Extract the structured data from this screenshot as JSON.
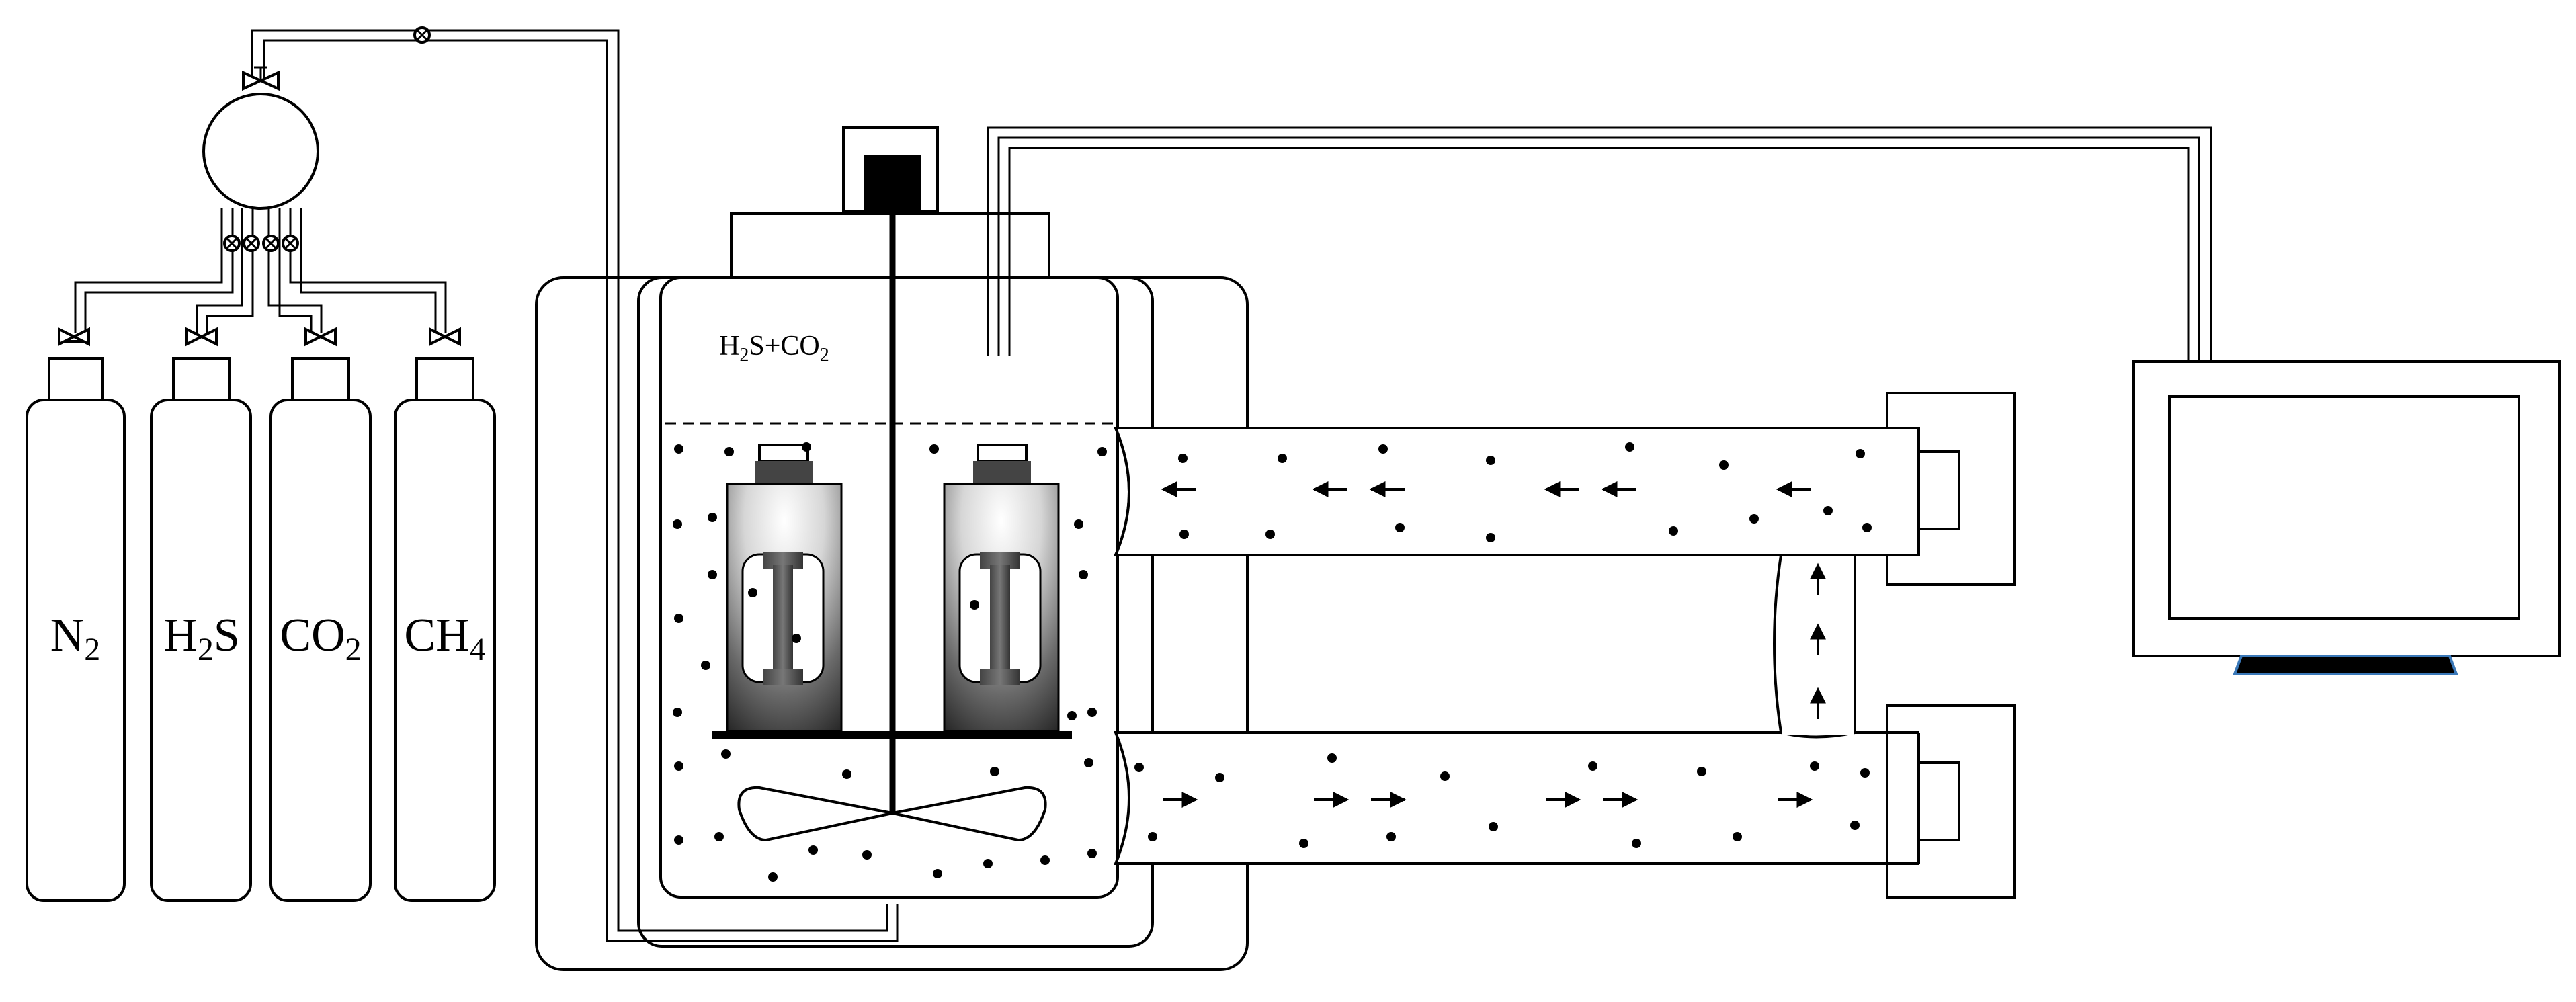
{
  "cylinders": [
    {
      "id": "n2",
      "main": "N",
      "sub": "2",
      "tail": ""
    },
    {
      "id": "h2s",
      "main": "H",
      "sub": "2",
      "tail": "S"
    },
    {
      "id": "co2",
      "main": "CO",
      "sub": "2",
      "tail": ""
    },
    {
      "id": "ch4",
      "main": "CH",
      "sub": "4",
      "tail": ""
    }
  ],
  "reactor_label": {
    "p1": "H",
    "s1": "2",
    "p2": "S+CO",
    "s2": "2"
  },
  "colors": {
    "line": "#000000",
    "background": "#ffffff",
    "monitor_stand": "#3a78b8",
    "specimen_gradient_light": "#ffffff",
    "specimen_gradient_dark": "#222222"
  },
  "flow_directions": {
    "top_channel": "left",
    "side_channel": "up",
    "bottom_channel": "right"
  },
  "icons": [
    "valve-icon",
    "gas-mixer-icon",
    "motor-icon",
    "stirrer-icon",
    "specimen-icon",
    "monitor-icon",
    "pump-icon",
    "flow-arrow-icon"
  ]
}
